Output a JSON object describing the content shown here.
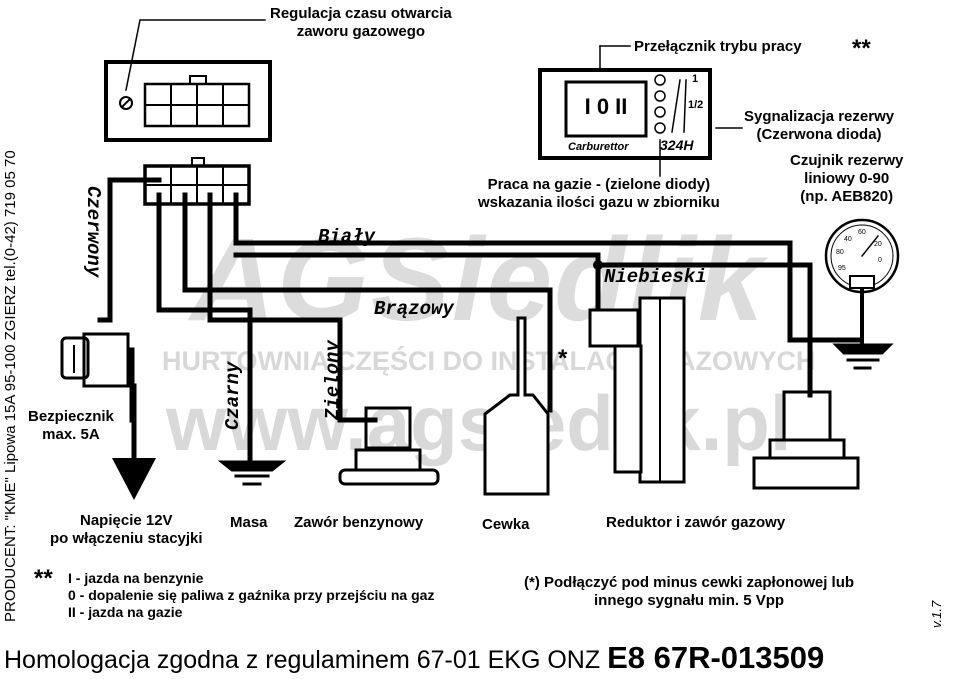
{
  "watermark": {
    "brand": "AGSiedlik",
    "tagline": "HURTOWNIA CZĘŚCI DO INSTALACJI GAZOWYCH",
    "url": "www.agsiedlik.pl"
  },
  "labels": {
    "timing_title_1": "Regulacja czasu otwarcia",
    "timing_title_2": "zaworu gazowego",
    "switch_title": "Przełącznik trybu pracy",
    "double_star": "**",
    "reserve_signal_1": "Sygnalizacja rezerwy",
    "reserve_signal_2": "(Czerwona dioda)",
    "sensor_1": "Czujnik rezerwy",
    "sensor_2": "liniowy 0-90",
    "sensor_3": "(np. AEB820)",
    "gas_work_1": "Praca na gazie - (zielone diody)",
    "gas_work_2": "wskazania ilości gazu w zbiorniku",
    "fuse_1": "Bezpiecznik",
    "fuse_2": "max. 5A",
    "voltage_1": "Napięcie 12V",
    "voltage_2": "po włączeniu stacyjki",
    "ground": "Masa",
    "petrol_valve": "Zawór benzynowy",
    "coil": "Cewka",
    "reducer": "Reduktor i zawór gazowy",
    "coil_star": "*"
  },
  "wires": {
    "red": "Czerwony",
    "white": "Biały",
    "blue": "Niebieski",
    "brown": "Brązowy",
    "black": "Czarny",
    "green": "Zielony"
  },
  "switch_panel": {
    "positions": "I 0 II",
    "brand": "Carburettor",
    "model": "324H",
    "scale_full": "1",
    "scale_half": "1/2"
  },
  "gauge": {
    "ticks": [
      "0",
      "20",
      "40",
      "60",
      "80",
      "95"
    ],
    "icon": "fuel-gauge-icon"
  },
  "legend": {
    "marker": "**",
    "line1": "I - jazda na benzynie",
    "line2": "0 - dopalenie się paliwa z gaźnika przy przejściu na gaz",
    "line3": "II - jazda na gazie"
  },
  "note": {
    "line1": "(*) Podłączyć pod minus cewki zapłonowej lub",
    "line2": "innego sygnału min. 5 Vpp"
  },
  "producer": "PRODUCENT: \"KME\" Lipowa 15A 95-100 ZGIERZ tel.(0-42) 719 05 70",
  "version": "v.1.7",
  "homologation": {
    "text": "Homologacja zgodna z regulaminem 67-01 EKG ONZ",
    "number": "E8 67R-013509"
  },
  "colors": {
    "ink": "#000000",
    "watermark": "#d6d6d6",
    "background": "#ffffff"
  }
}
